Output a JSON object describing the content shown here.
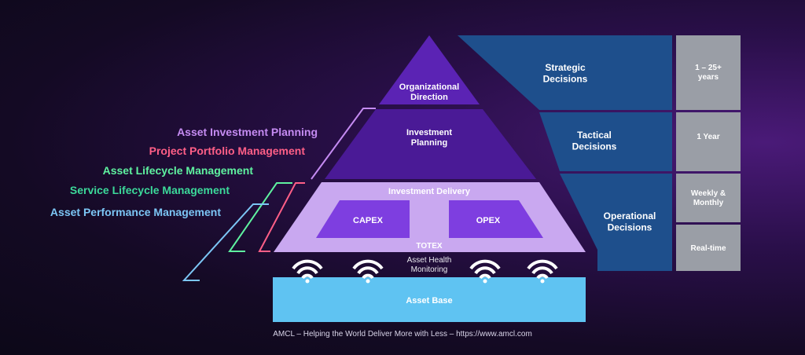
{
  "colors": {
    "pyramid_top": "#5b23b4",
    "pyramid_mid": "#4a1a96",
    "pyramid_lower": "#c9a8f0",
    "boxes": "#7e3ee0",
    "base": "#5fc3f2",
    "decision_panels": "#1e4f8c",
    "time_panels": "#9a9ea6",
    "label_investment": "#c58bf2",
    "label_project": "#ff5f87",
    "label_lifecycle": "#5ff2a0",
    "label_service": "#3cd99a",
    "label_performance": "#7cc6f5"
  },
  "pyramid": {
    "top": "Organizational\nDirection",
    "middle": "Investment\nPlanning",
    "delivery": "Investment Delivery",
    "capex": "CAPEX",
    "opex": "OPEX",
    "totex": "TOTEX",
    "monitoring": "Asset Health\nMonitoring",
    "base": "Asset Base"
  },
  "labels": {
    "investment": "Asset Investment Planning",
    "project": "Project Portfolio Management",
    "lifecycle": "Asset Lifecycle Management",
    "service": "Service Lifecycle Management",
    "performance": "Asset Performance Management"
  },
  "decisions": {
    "strategic": "Strategic\nDecisions",
    "tactical": "Tactical\nDecisions",
    "operational": "Operational\nDecisions"
  },
  "timescales": {
    "strategic": "1 – 25+\nyears",
    "tactical": "1 Year",
    "weekly": "Weekly &\nMonthly",
    "realtime": "Real-time"
  },
  "icons": [
    "wifi-icon",
    "wifi-icon",
    "wifi-icon",
    "wifi-icon"
  ],
  "footer": "AMCL – Helping the World Deliver More with Less – https://www.amcl.com"
}
